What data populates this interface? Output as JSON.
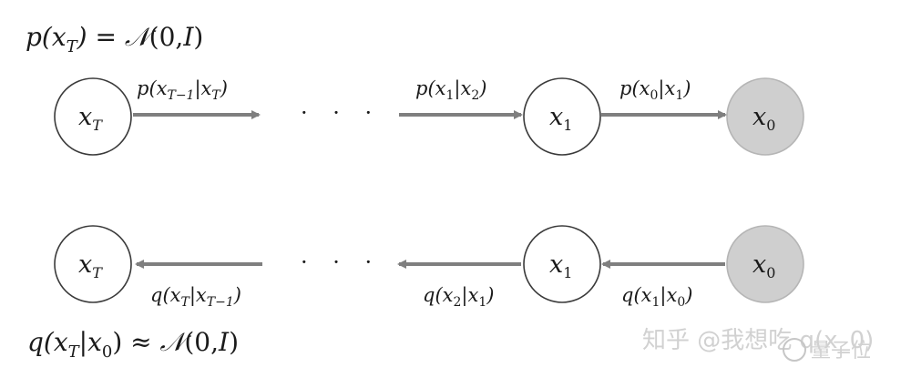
{
  "formulas": {
    "prior": "p(x_T) = 𝒩(0,I)",
    "posterior_approx": "q(x_T|x_0) ≈ 𝒩(0,I)"
  },
  "reverse_chain": {
    "nodes": [
      {
        "id": "xT",
        "label": "x_T",
        "shaded": false
      },
      {
        "id": "x1",
        "label": "x_1",
        "shaded": false
      },
      {
        "id": "x0",
        "label": "x_0",
        "shaded": true
      }
    ],
    "ellipsis": "· · ·",
    "edges": [
      {
        "label": "p(x_{T−1}|x_T)"
      },
      {
        "label": "p(x_1|x_2)"
      },
      {
        "label": "p(x_0|x_1)"
      }
    ]
  },
  "forward_chain": {
    "nodes": [
      {
        "id": "xT",
        "label": "x_T",
        "shaded": false
      },
      {
        "id": "x1",
        "label": "x_1",
        "shaded": false
      },
      {
        "id": "x0",
        "label": "x_0",
        "shaded": true
      }
    ],
    "ellipsis": "· · ·",
    "edges": [
      {
        "label": "q(x_T|x_{T−1})"
      },
      {
        "label": "q(x_2|x_1)"
      },
      {
        "label": "q(x_1|x_0)"
      }
    ]
  },
  "watermark": {
    "text": "知乎 @我想吃 q(x_0)",
    "badge": "量子位"
  },
  "colors": {
    "arrow": "#7f7f7f",
    "node_stroke": "#3a3a3a",
    "shaded_fill": "#cfcfcf",
    "shaded_stroke": "#b5b5b5"
  }
}
